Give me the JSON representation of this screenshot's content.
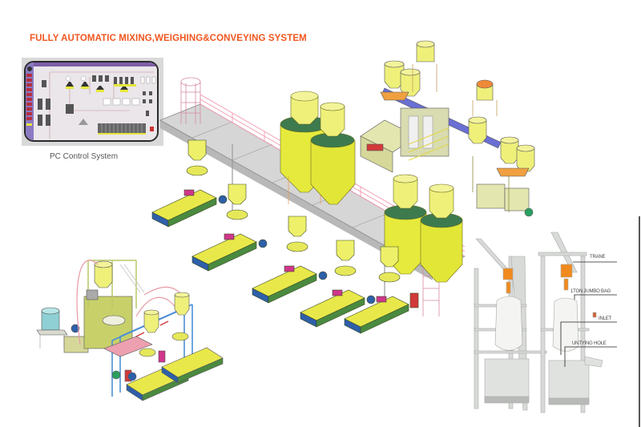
{
  "header": {
    "title": "FULLY AUTOMATIC MIXING,WEIGHING&CONVEYING SYSTEM",
    "title_color": "#f0561e"
  },
  "pc_control": {
    "caption": "PC Control System",
    "screen_frame_color": "#2a2a2a",
    "sidebar_color": "#7a4a9c",
    "sidebar_buttons_color": "#b0303a"
  },
  "main_plant": {
    "silos": 4,
    "extruder_lines": 5,
    "platform_railing_color": "#f29ab0",
    "vessel_color": "#e6ea3c",
    "extruder_color": "#e9e84a",
    "accent_blue": "#2e5fa8",
    "accent_magenta": "#d0368c"
  },
  "mixing_station": {
    "upper_hoppers": 4,
    "lower_hoppers": 4,
    "frame_color": "#b9c766",
    "crossbeam_color": "#6a6fd4"
  },
  "compact_system": {
    "extruders": 2,
    "tank_color": "#8fd0d4",
    "pipe_color": "#4d8fd6",
    "conveying_line_color": "#e79aa5"
  },
  "jumbo_bag_station": {
    "callouts": [
      {
        "label": "TRANE"
      },
      {
        "label": "1TON JUMBO BAG"
      },
      {
        "label": "INLET"
      },
      {
        "label": "UNTYING HOLE"
      }
    ],
    "frame_color": "#d8dad8",
    "hoist_color": "#f08a1e",
    "bag_color": "#f4f4f2"
  }
}
